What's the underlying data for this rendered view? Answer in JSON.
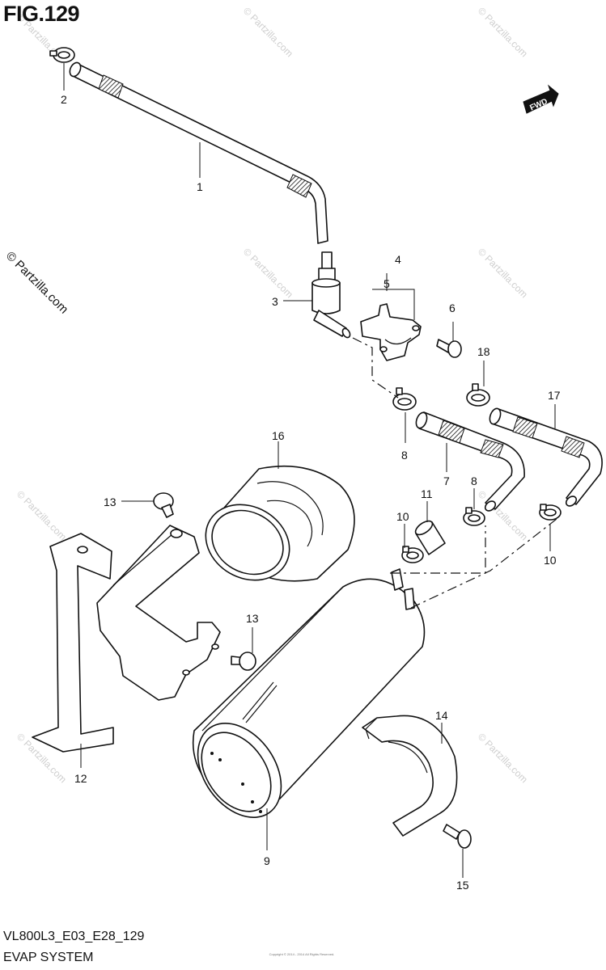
{
  "figure": {
    "title": "FIG.129",
    "model_code": "VL800L3_E03_E28_129",
    "section_name": "EVAP SYSTEM",
    "fwd_label": "FWD",
    "watermark": "© Partzilla.com",
    "copyright_note": "Copyright © 2014 - 2014 All Rights Reserved."
  },
  "callouts": {
    "c1": "1",
    "c2": "2",
    "c3": "3",
    "c4": "4",
    "c5": "5",
    "c6": "6",
    "c7": "7",
    "c8a": "8",
    "c8b": "8",
    "c9": "9",
    "c10a": "10",
    "c10b": "10",
    "c11": "11",
    "c12": "12",
    "c13a": "13",
    "c13b": "13",
    "c14": "14",
    "c15": "15",
    "c16": "16",
    "c17": "17",
    "c18": "18"
  }
}
